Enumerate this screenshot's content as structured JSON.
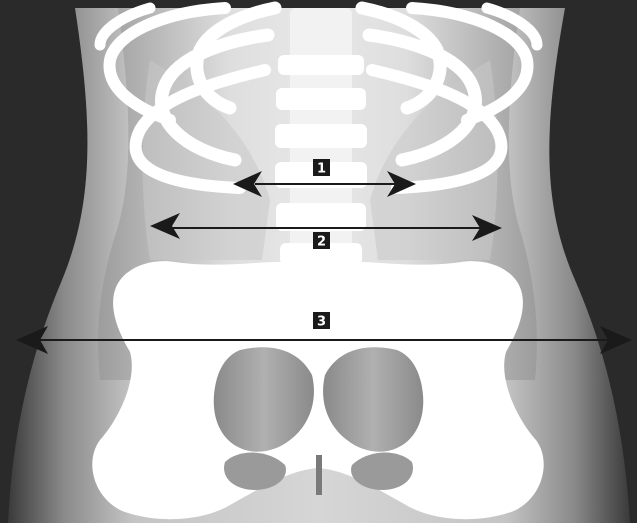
{
  "markers": [
    {
      "label": "1"
    },
    {
      "label": "2"
    },
    {
      "label": "3"
    }
  ],
  "colors": {
    "outer_background": "#2a2a2a",
    "flank_dark": "#555555",
    "soft_tissue": "#bfbfbf",
    "abdomen_light": "#d9d9d9",
    "bone": "#ffffff",
    "pelvic_inlet": "#9a9a9a",
    "arrow": "#1a1a1a"
  },
  "icons": {
    "arrows": "double-headed-arrow",
    "markers": "numbered-square-label"
  }
}
